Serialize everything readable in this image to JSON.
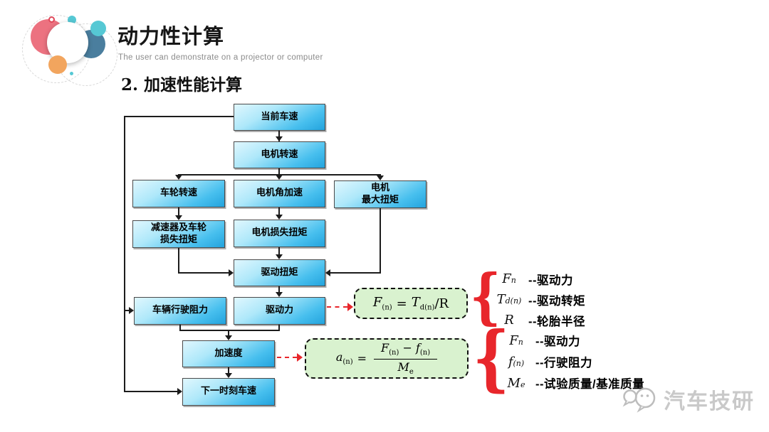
{
  "header": {
    "title": "动力性计算",
    "subtitle": "The user can demonstrate on a projector or computer",
    "section": "2. 加速性能计算"
  },
  "flowchart": {
    "nodes": [
      {
        "id": "current-speed",
        "label": "当前车速"
      },
      {
        "id": "motor-speed",
        "label": "电机转速"
      },
      {
        "id": "wheel-speed",
        "label": "车轮转速"
      },
      {
        "id": "motor-ang-accel",
        "label": "电机角加速"
      },
      {
        "id": "motor-max-torque",
        "label": "电机\n最大扭矩"
      },
      {
        "id": "reducer-wheel-loss",
        "label": "减速器及车轮\n损失扭矩"
      },
      {
        "id": "motor-loss-torque",
        "label": "电机损失扭矩"
      },
      {
        "id": "drive-torque",
        "label": "驱动扭矩"
      },
      {
        "id": "driving-resistance",
        "label": "车辆行驶阻力"
      },
      {
        "id": "drive-force",
        "label": "驱动力"
      },
      {
        "id": "acceleration",
        "label": "加速度"
      },
      {
        "id": "next-speed",
        "label": "下一时刻车速"
      }
    ],
    "edges": [
      {
        "from": "current-speed",
        "to": "motor-speed",
        "style": "solid"
      },
      {
        "from": "motor-speed",
        "to": "wheel-speed",
        "style": "solid"
      },
      {
        "from": "motor-speed",
        "to": "motor-ang-accel",
        "style": "solid"
      },
      {
        "from": "motor-speed",
        "to": "motor-max-torque",
        "style": "solid"
      },
      {
        "from": "wheel-speed",
        "to": "reducer-wheel-loss",
        "style": "solid"
      },
      {
        "from": "motor-ang-accel",
        "to": "motor-loss-torque",
        "style": "solid"
      },
      {
        "from": "reducer-wheel-loss",
        "to": "drive-torque",
        "style": "solid"
      },
      {
        "from": "motor-loss-torque",
        "to": "drive-torque",
        "style": "solid"
      },
      {
        "from": "motor-max-torque",
        "to": "drive-torque",
        "style": "solid"
      },
      {
        "from": "drive-torque",
        "to": "drive-force",
        "style": "solid"
      },
      {
        "from": "driving-resistance",
        "to": "acceleration",
        "style": "solid"
      },
      {
        "from": "drive-force",
        "to": "acceleration",
        "style": "solid"
      },
      {
        "from": "acceleration",
        "to": "next-speed",
        "style": "solid"
      },
      {
        "from": "current-speed",
        "to": "driving-resistance",
        "style": "solid"
      },
      {
        "from": "current-speed",
        "to": "next-speed",
        "style": "solid"
      },
      {
        "from": "drive-force",
        "to": "formula-drive-force",
        "style": "red-dashed"
      },
      {
        "from": "acceleration",
        "to": "formula-acceleration",
        "style": "red-dashed"
      }
    ]
  },
  "formulas": {
    "f1": {
      "lhs": "F",
      "lhs_sub": "(n)",
      "eq": "=",
      "rhs": "T",
      "rhs_sub": "d(n)",
      "tail": "/R"
    },
    "f2": {
      "lhs": "a",
      "lhs_sub": "(n)",
      "eq": "=",
      "num1": "F",
      "num1_sub": "(n)",
      "op": "−",
      "num2": "f",
      "num2_sub": "(n)",
      "den": "M",
      "den_sub": "e"
    }
  },
  "legends": [
    {
      "items": [
        {
          "sym": "F",
          "sub": "n",
          "label": "--驱动力"
        },
        {
          "sym": "T",
          "sub": "d(n)",
          "label": "--驱动转矩"
        },
        {
          "sym": "R",
          "sub": "",
          "label": "--轮胎半径"
        }
      ]
    },
    {
      "items": [
        {
          "sym": "F",
          "sub": "n",
          "label": "--驱动力"
        },
        {
          "sym": "f",
          "sub": "(n)",
          "label": "--行驶阻力"
        },
        {
          "sym": "M",
          "sub": "e",
          "label": "--试验质量/基准质量"
        }
      ]
    }
  ],
  "decor": {
    "brace": "{"
  },
  "watermark": {
    "text": "汽车技研"
  },
  "colors": {
    "node_gradient_top": "#dff7fe",
    "node_gradient_bottom": "#23a3dd",
    "formula_bg": "#d9f2cf",
    "accent_red": "#e8262b",
    "line": "#1c1c1c",
    "watermark_gray": "#c9c9c9"
  }
}
